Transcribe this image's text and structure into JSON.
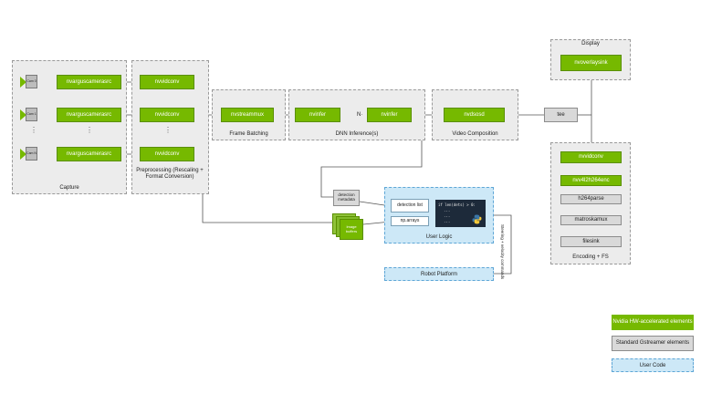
{
  "capture": {
    "label": "Capture",
    "cams": [
      "Cam 0",
      "Cam 1",
      "Cam N"
    ],
    "source": "nvarguscamerasrc"
  },
  "preprocessing": {
    "label": "Preprocessing (Rescaling + Format Conversion)",
    "element": "nvvidconv"
  },
  "frame_batching": {
    "label": "Frame Batching",
    "element": "nvstreammux"
  },
  "dnn": {
    "label": "DNN Inference(s)",
    "element1": "nvinfer",
    "element2": "nvinfer",
    "n_label": "N"
  },
  "video_composition": {
    "label": "Video Composition",
    "element": "nvdsosd"
  },
  "tee": "tee",
  "display": {
    "label": "Display",
    "element": "nvoverlaysink"
  },
  "encoding": {
    "label": "Encoding + FS",
    "elements": [
      "nvvidconv",
      "nvv4l2h264enc",
      "h264parse",
      "matroskamux",
      "filesink"
    ]
  },
  "detection_metadata": "detection metadata",
  "image_buffers": "Image buffers",
  "user_logic": {
    "label": "User Logic",
    "detection_list": "detection list",
    "np_arrays": "np.arrays",
    "code_line": "if len(dets) > 0:",
    "code_dots": [
      "...",
      "...",
      "..."
    ]
  },
  "steering": "Steering + velocity commands",
  "robot_platform": "Robot Platform",
  "legend": {
    "nvidia": "Nvidia HW-accelerated elements",
    "standard": "Standard Gstreamer elements",
    "user": "User Code"
  },
  "colors": {
    "nvidia_green": "#76b900",
    "standard_gray": "#d9d9d9",
    "user_blue": "#cde8f7"
  }
}
